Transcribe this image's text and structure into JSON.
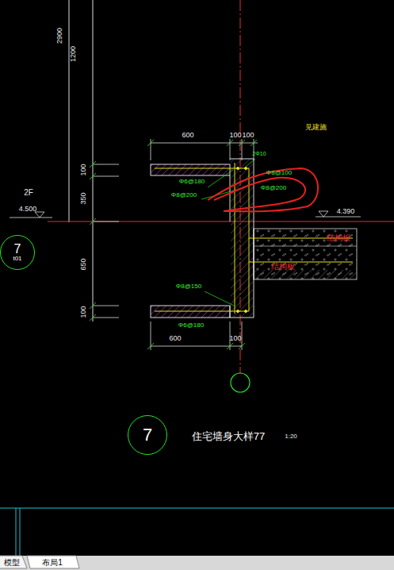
{
  "diagram": {
    "title": "住宅墙身大样77",
    "nodes": [
      {
        "text": [
          "7",
          "t01"
        ]
      },
      {
        "text": [
          "7"
        ]
      }
    ],
    "labels": [
      "2900",
      "1200",
      "600",
      "100",
      "100",
      "2Φ10",
      "Φ8@100",
      "Φ6@180",
      "Φ8@200",
      "Φ8@200",
      "100",
      "350",
      "650",
      "100",
      "2F",
      "4.500",
      "见建施",
      "4.390",
      "结构板",
      "结构板",
      "Φ8@150",
      "Φ6@180",
      "600",
      "100",
      "1:20",
      "模型",
      "布局1"
    ]
  }
}
